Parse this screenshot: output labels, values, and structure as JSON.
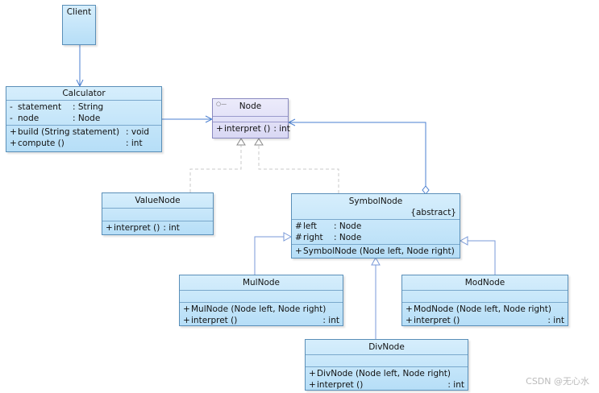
{
  "classes": {
    "client": {
      "name": "Client"
    },
    "calculator": {
      "name": "Calculator",
      "attributes": [
        {
          "vis": "-",
          "name": "statement",
          "type": ": String"
        },
        {
          "vis": "-",
          "name": "node",
          "type": ": Node"
        }
      ],
      "operations": [
        {
          "vis": "+",
          "name": "build (String statement)",
          "type": ": void"
        },
        {
          "vis": "+",
          "name": "compute ()",
          "type": ": int"
        }
      ]
    },
    "node": {
      "name": "Node",
      "operations": [
        {
          "vis": "+",
          "name": "interpret ()",
          "type": ": int"
        }
      ]
    },
    "value_node": {
      "name": "ValueNode",
      "operations": [
        {
          "vis": "+",
          "name": "interpret ()",
          "type": ": int"
        }
      ]
    },
    "symbol_node": {
      "name": "SymbolNode",
      "stereotype": "{abstract}",
      "attributes": [
        {
          "vis": "#",
          "name": "left",
          "type": ": Node"
        },
        {
          "vis": "#",
          "name": "right",
          "type": ": Node"
        }
      ],
      "operations": [
        {
          "vis": "+",
          "name": "SymbolNode (Node left, Node right)",
          "type": ""
        }
      ]
    },
    "mul_node": {
      "name": "MulNode",
      "operations": [
        {
          "vis": "+",
          "name": "MulNode (Node left, Node right)",
          "type": ""
        },
        {
          "vis": "+",
          "name": "interpret ()",
          "type": ": int"
        }
      ]
    },
    "mod_node": {
      "name": "ModNode",
      "operations": [
        {
          "vis": "+",
          "name": "ModNode (Node left, Node right)",
          "type": ""
        },
        {
          "vis": "+",
          "name": "interpret ()",
          "type": ": int"
        }
      ]
    },
    "div_node": {
      "name": "DivNode",
      "operations": [
        {
          "vis": "+",
          "name": "DivNode (Node left, Node right)",
          "type": ""
        },
        {
          "vis": "+",
          "name": "interpret ()",
          "type": ": int"
        }
      ]
    }
  },
  "relations": [
    {
      "type": "dependency",
      "from": "Client",
      "to": "Calculator"
    },
    {
      "type": "association",
      "from": "Calculator",
      "to": "Node"
    },
    {
      "type": "realization",
      "from": "ValueNode",
      "to": "Node"
    },
    {
      "type": "realization",
      "from": "SymbolNode",
      "to": "Node"
    },
    {
      "type": "aggregation",
      "from": "SymbolNode",
      "to": "Node"
    },
    {
      "type": "generalization",
      "from": "MulNode",
      "to": "SymbolNode"
    },
    {
      "type": "generalization",
      "from": "DivNode",
      "to": "SymbolNode"
    },
    {
      "type": "generalization",
      "from": "ModNode",
      "to": "SymbolNode"
    }
  ],
  "colors": {
    "box_border": "#5a8fb8",
    "box_fill": "#c6e6fa",
    "interface_fill": "#e2e1f7",
    "line": "#4a7fd0"
  },
  "watermark": "CSDN @无心水"
}
